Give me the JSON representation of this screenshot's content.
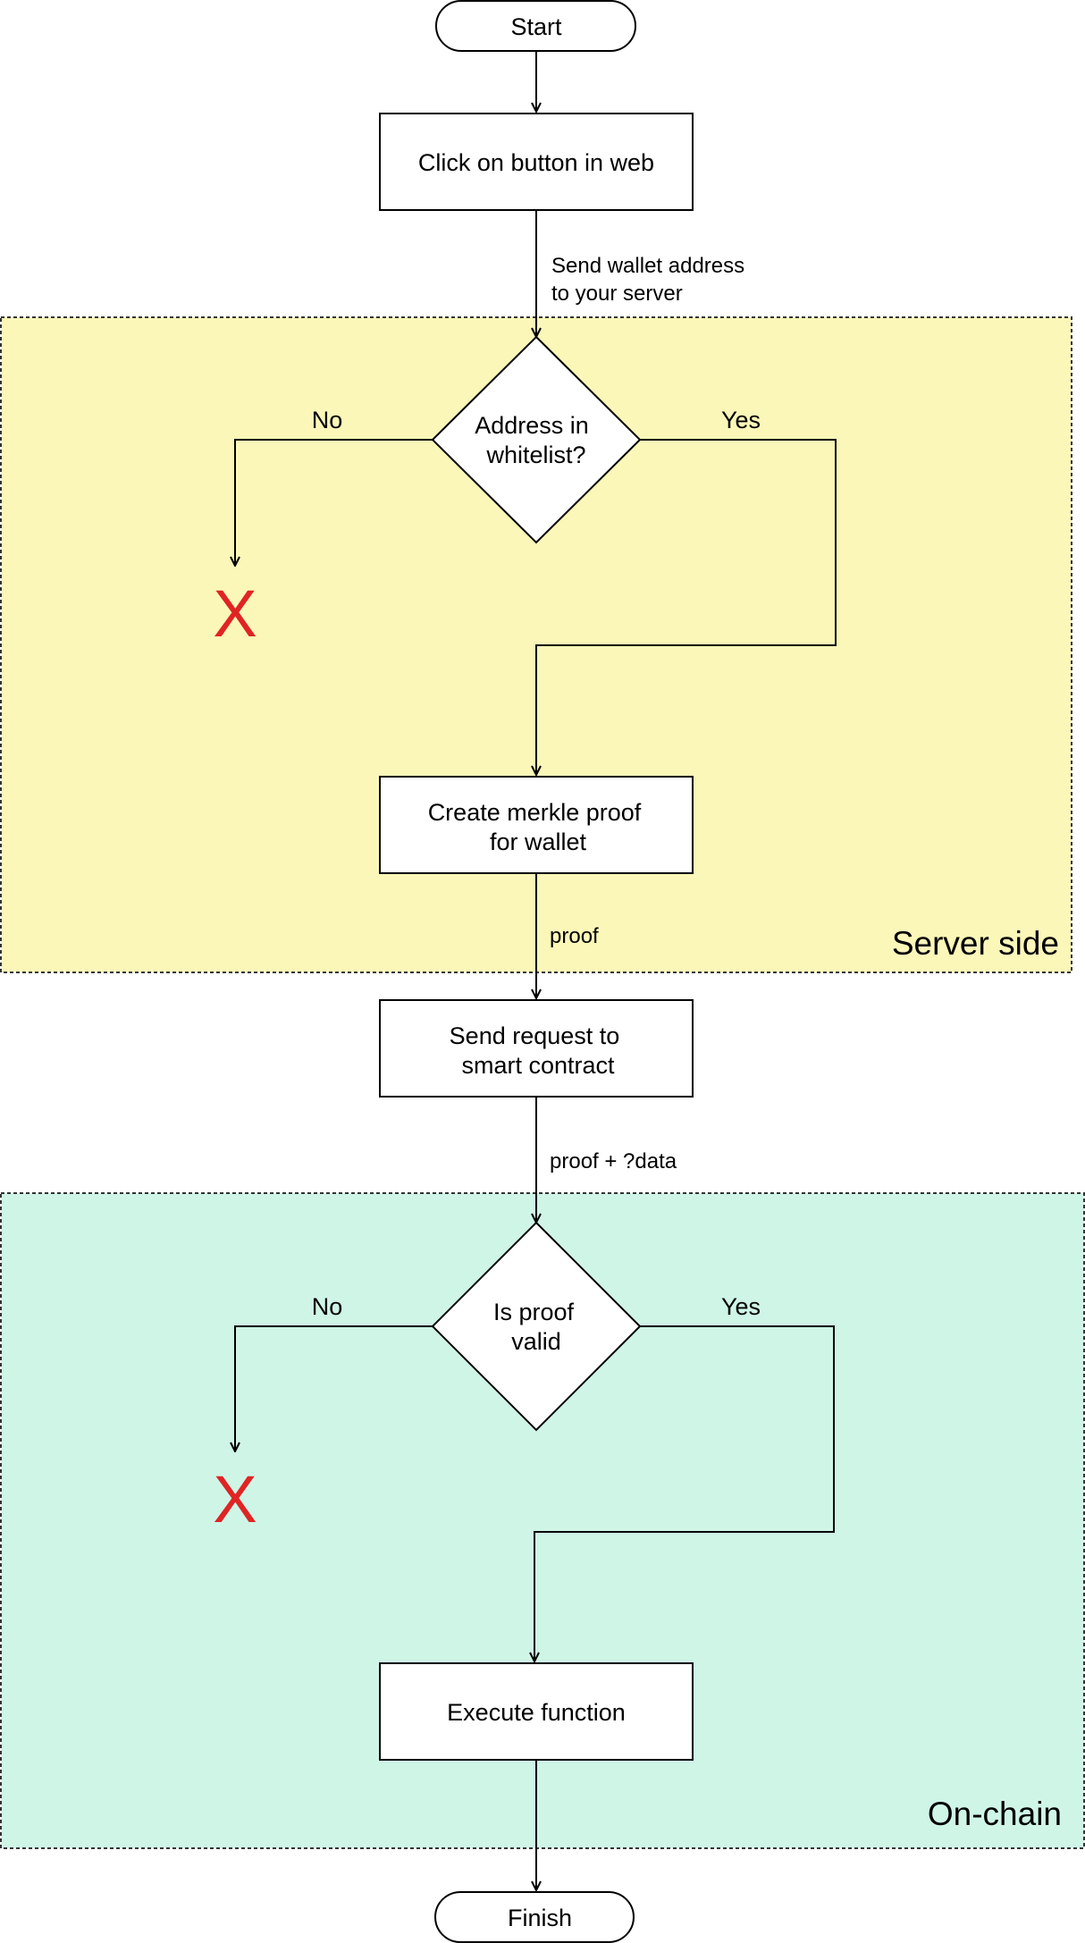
{
  "colors": {
    "server_region_fill": "#fbf7b9",
    "onchain_region_fill": "#cff5e7",
    "reject_mark": "#e02424",
    "stroke": "#000000"
  },
  "regions": {
    "server": {
      "label": "Server side"
    },
    "onchain": {
      "label": "On-chain"
    }
  },
  "nodes": {
    "start": "Start",
    "click": "Click on button in web",
    "whitelist": [
      "Address in",
      "whitelist?"
    ],
    "merkle": [
      "Create merkle proof",
      "for wallet"
    ],
    "send_request": [
      "Send request to",
      "smart contract"
    ],
    "proof_valid": [
      "Is proof",
      "valid"
    ],
    "execute": "Execute function",
    "finish": "Finish"
  },
  "edges": {
    "send_wallet": [
      "Send wallet address",
      "to your server"
    ],
    "whitelist_no": "No",
    "whitelist_yes": "Yes",
    "proof": "proof",
    "proof_data": "proof + ?data",
    "valid_no": "No",
    "valid_yes": "Yes"
  },
  "reject_marks": [
    "X",
    "X"
  ]
}
